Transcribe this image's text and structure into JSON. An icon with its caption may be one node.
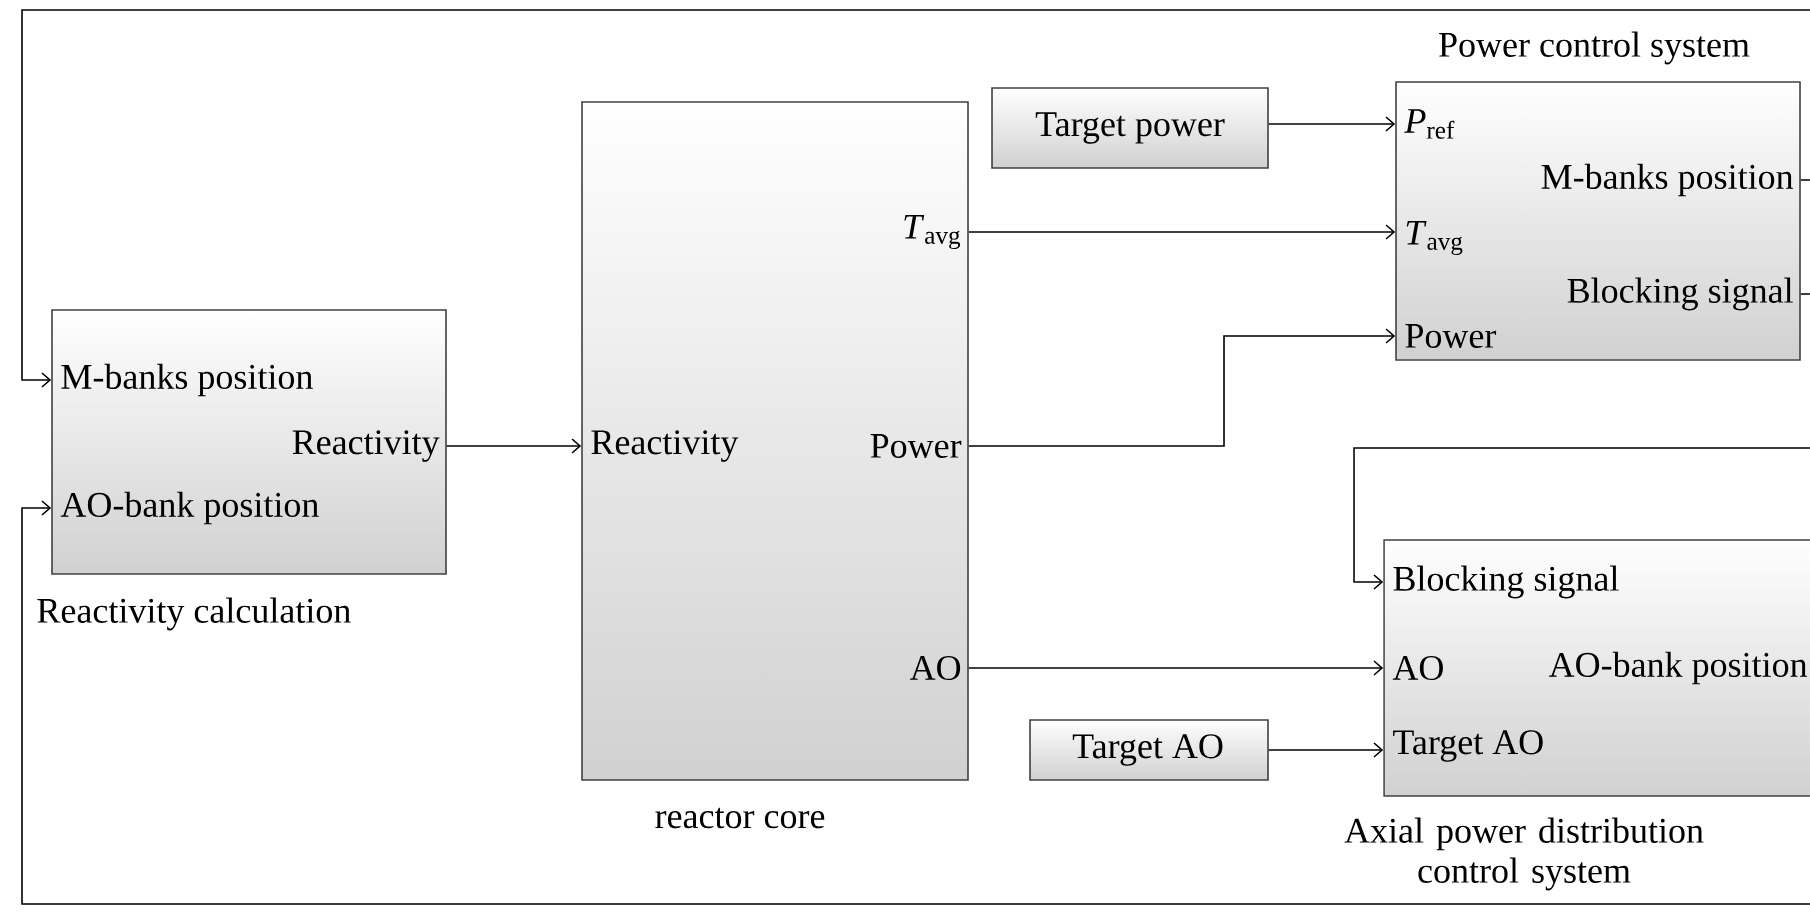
{
  "diagram": {
    "nodes": [
      {
        "text": [
          "M-banks position",
          "Reactivity",
          "AO-bank position",
          "Reactivity calculation"
        ]
      },
      {
        "text": [
          "*T*$_{avg}$",
          "Reactivity",
          "Power",
          "AO",
          "reactor core"
        ]
      },
      {
        "text": [
          "Target power"
        ]
      },
      {
        "text": [
          "Power control system",
          "*P*$_{ref}$",
          "M-banks position",
          "*T*$_{avg}$",
          "Blocking signal",
          "Power"
        ]
      },
      {
        "text": [
          "Blocking signal",
          "AO",
          "AO-bank position",
          "Target AO",
          "Axial power distribution control system"
        ]
      },
      {
        "text": [
          "Target AO"
        ]
      }
    ],
    "edges": [
      {
        "from": 0,
        "to": 1,
        "arrow": "to"
      },
      {
        "from": 2,
        "to": 3,
        "arrow": "to"
      },
      {
        "from": 1,
        "to": 3,
        "arrow": "to"
      },
      {
        "from": 1,
        "to": 3,
        "arrow": "to"
      },
      {
        "from": 3,
        "to": 0,
        "arrow": "to"
      },
      {
        "from": 3,
        "to": 4,
        "arrow": "to"
      },
      {
        "from": 1,
        "to": 4,
        "arrow": "to"
      },
      {
        "from": 5,
        "to": 4,
        "arrow": "to"
      },
      {
        "from": 4,
        "to": 0,
        "arrow": "to"
      }
    ]
  }
}
